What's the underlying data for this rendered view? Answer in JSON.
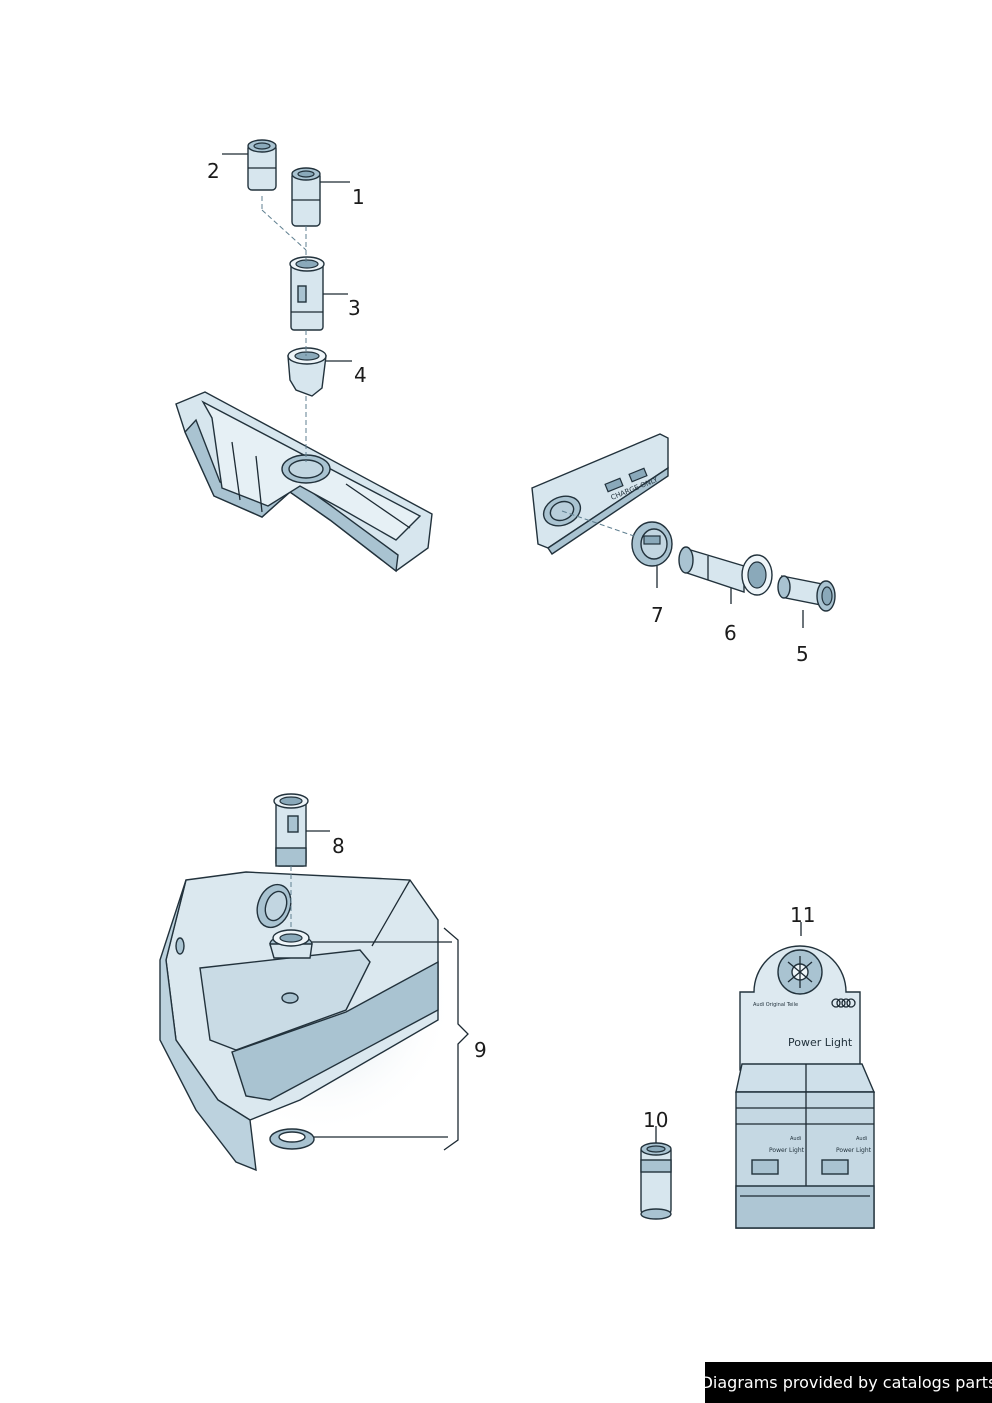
{
  "callouts": {
    "c1": "1",
    "c2": "2",
    "c3": "3",
    "c4": "4",
    "c5": "5",
    "c6": "6",
    "c7": "7",
    "c8": "8",
    "c9": "9",
    "c10": "10",
    "c11": "11"
  },
  "panel_text": {
    "charge_only": "CHARGE ONLY",
    "display_brand_small": "Audi Original Teile",
    "display_title": "Power Light",
    "box_brand": "Audi",
    "box_product": "Power Light"
  },
  "footer": {
    "credit": "Diagrams provided by catalogs parts"
  },
  "colors": {
    "part_fill": "#d7e6ee",
    "part_shade": "#a9c3d1",
    "outline": "#22323c",
    "footer_bg": "#000000"
  }
}
